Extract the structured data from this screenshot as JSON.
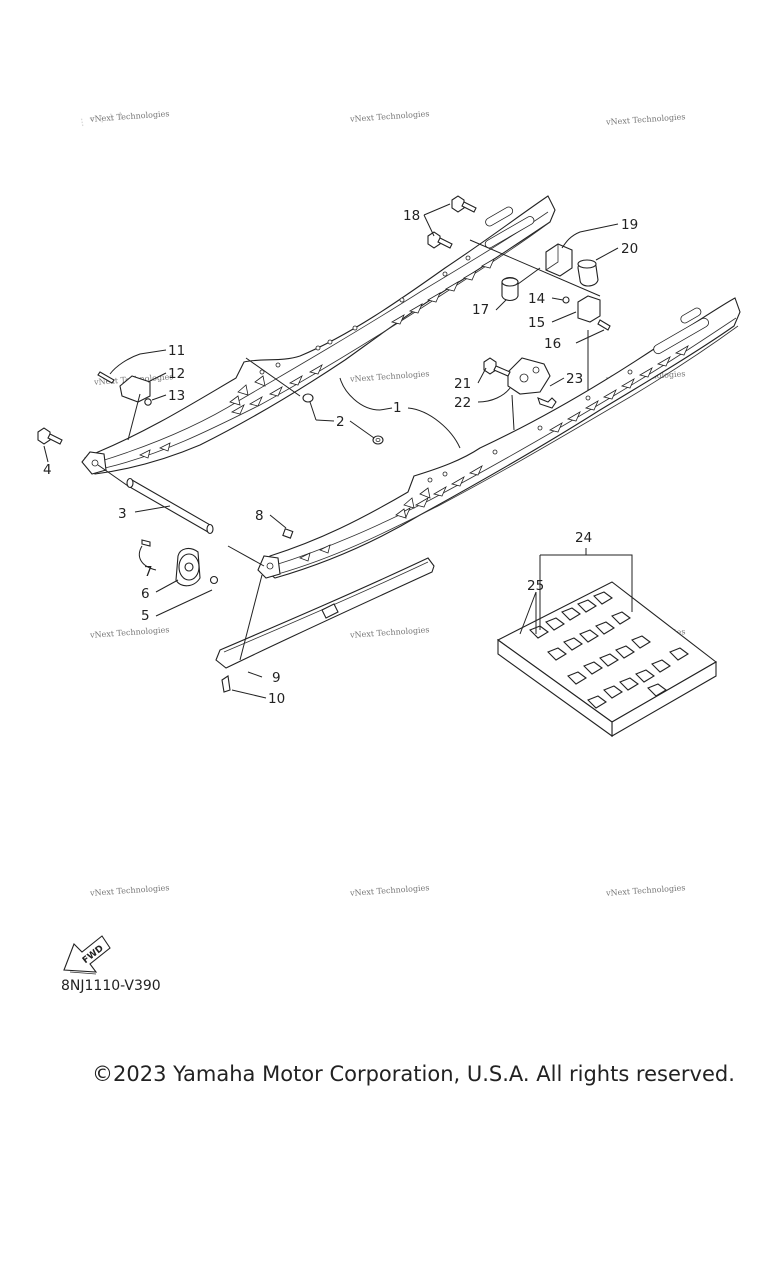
{
  "watermark": {
    "text": "vNext Technologies"
  },
  "callouts": [
    "1",
    "2",
    "3",
    "4",
    "5",
    "6",
    "7",
    "8",
    "9",
    "10",
    "11",
    "12",
    "13",
    "14",
    "15",
    "16",
    "17",
    "18",
    "19",
    "20",
    "21",
    "22",
    "23",
    "24",
    "25"
  ],
  "direction_badge": "FWD",
  "diagram_code": "8NJ1110-V390",
  "copyright": "©2023 Yamaha Motor Corporation, U.S.A. All rights reserved."
}
